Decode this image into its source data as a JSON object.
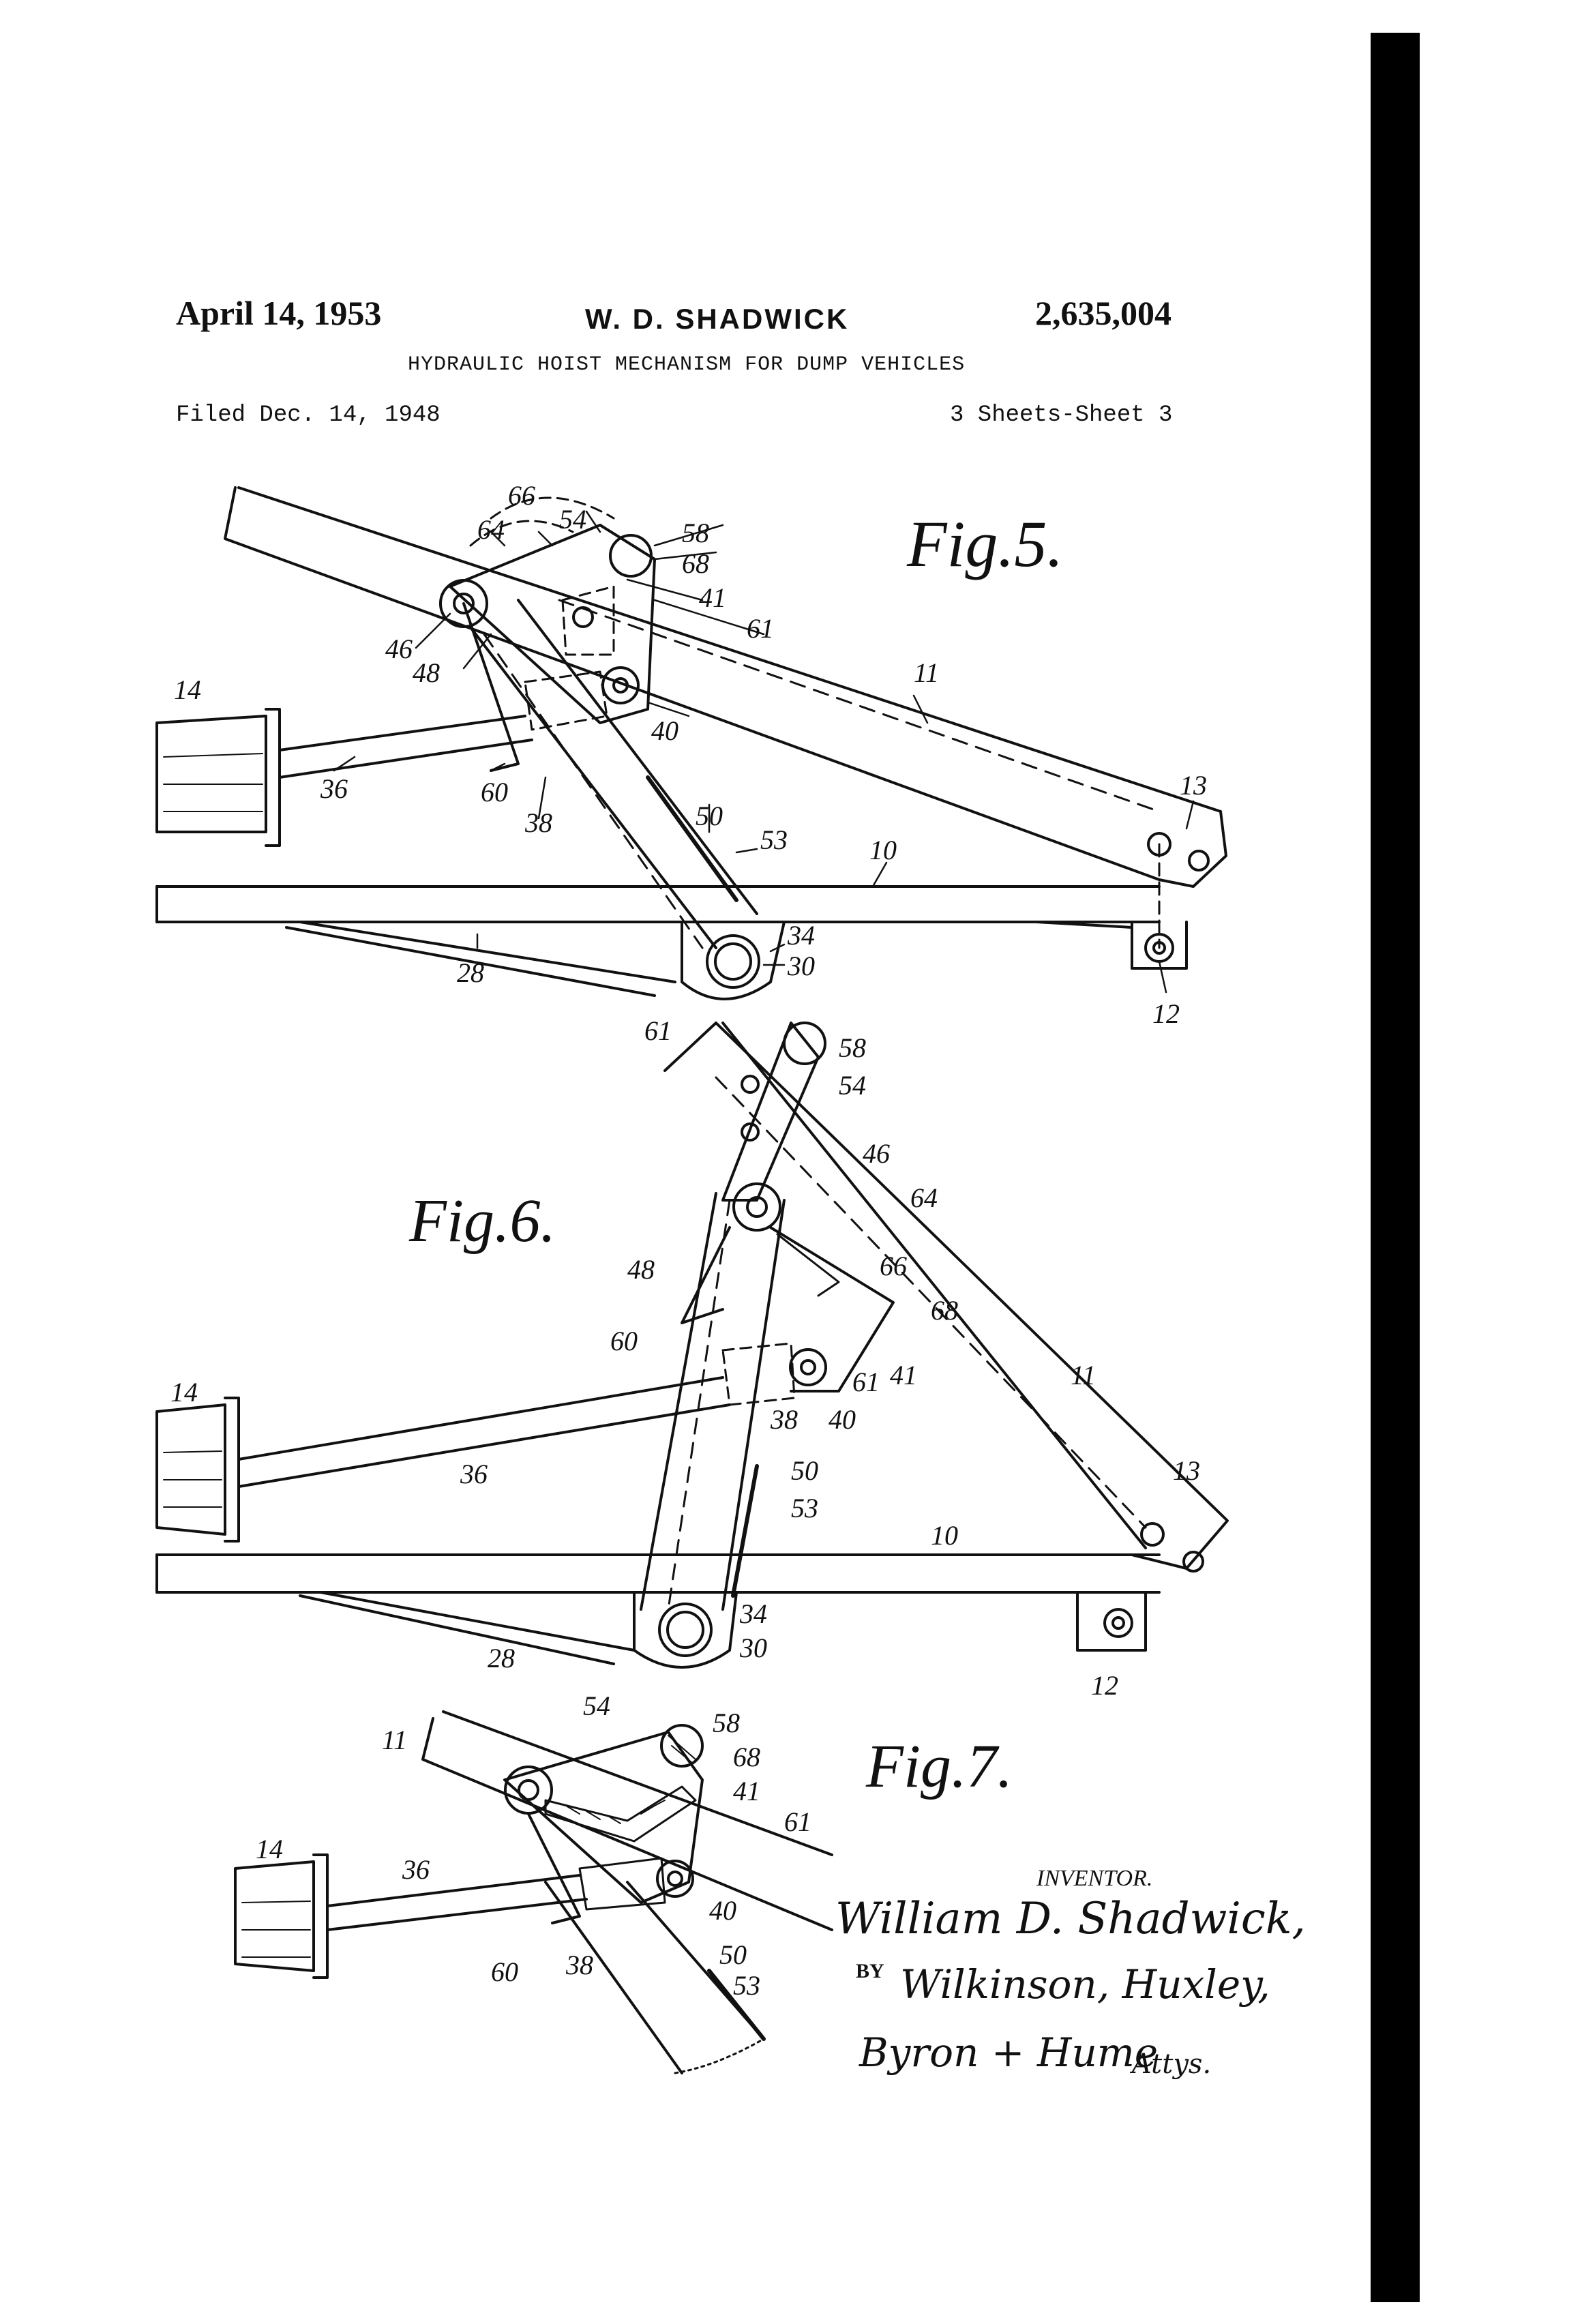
{
  "header": {
    "date": "April 14, 1953",
    "inventor": "W. D. SHADWICK",
    "patent_number": "2,635,004",
    "title": "HYDRAULIC HOIST MECHANISM FOR DUMP VEHICLES",
    "filed": "Filed Dec. 14, 1948",
    "sheets": "3 Sheets-Sheet 3"
  },
  "figures": {
    "fig5": "Fig.5.",
    "fig6": "Fig.6.",
    "fig7": "Fig.7."
  },
  "labels": {
    "n10": "10",
    "n11": "11",
    "n12": "12",
    "n13": "13",
    "n14": "14",
    "n28": "28",
    "n30": "30",
    "n34": "34",
    "n36": "36",
    "n38": "38",
    "n40": "40",
    "n41": "41",
    "n46": "46",
    "n48": "48",
    "n50": "50",
    "n53": "53",
    "n54": "54",
    "n58": "58",
    "n60": "60",
    "n61": "61",
    "n64": "64",
    "n66": "66",
    "n68": "68"
  },
  "signature": {
    "inventor_label": "INVENTOR.",
    "inventor_name": "William D. Shadwick,",
    "by": "BY",
    "attorneys_line1": "Wilkinson, Huxley,",
    "attorneys_line2": "Byron + Hume",
    "attys": "Attys."
  }
}
